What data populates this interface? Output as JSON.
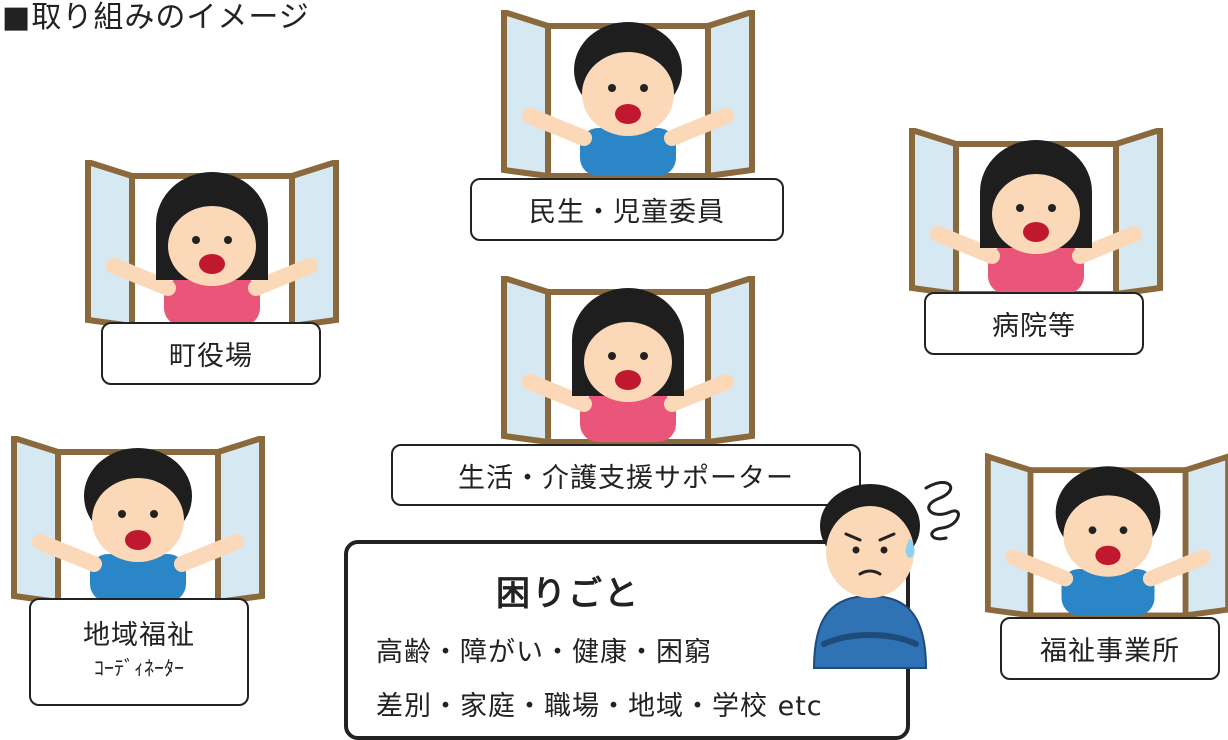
{
  "title": "■取り組みのイメージ",
  "labels": {
    "minsei": "民生・児童委員",
    "town": "町役場",
    "hospital": "病院等",
    "support": "生活・介護支援サポーター",
    "coordinator_main": "地域福祉",
    "coordinator_sub": "ｺｰﾃﾞｨﾈｰﾀｰ",
    "welfare_office": "福祉事業所"
  },
  "trouble": {
    "heading": "困りごと",
    "line1": "高齢・障がい・健康・困窮",
    "line2": "差別・家庭・職場・地域・学校 etc"
  },
  "colors": {
    "frame": "#8a6a3c",
    "glass": "#d6e8f2",
    "hair": "#1e1e1e",
    "skin": "#fbd9b8",
    "shirt_blue": "#2b86c7",
    "shirt_pink": "#e9567a",
    "worried_shirt": "#2f73b4"
  }
}
